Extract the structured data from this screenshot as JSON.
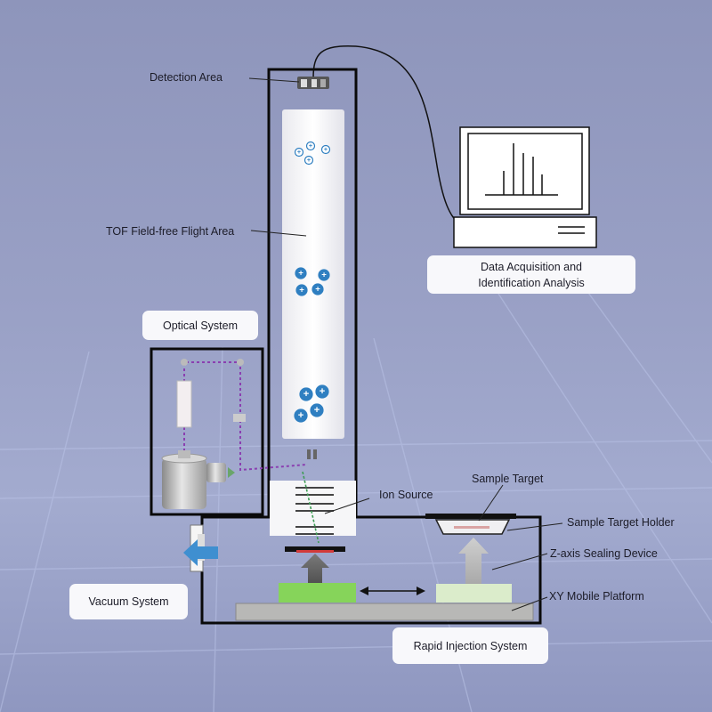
{
  "labels": {
    "detection_area": "Detection Area",
    "tof_flight_area": "TOF Field-free Flight Area",
    "data_acquisition_line1": "Data Acquisition and",
    "data_acquisition_line2": "Identification Analysis",
    "optical_system": "Optical System",
    "ion_source": "Ion Source",
    "sample_target": "Sample Target",
    "sample_target_holder": "Sample Target Holder",
    "z_axis_sealing_device": "Z-axis Sealing Device",
    "vacuum_system": "Vacuum System",
    "xy_mobile_platform": "XY Mobile Platform",
    "rapid_injection_system": "Rapid Injection System"
  },
  "ions": {
    "symbol": "+",
    "color": "#2f7fc1"
  },
  "colors": {
    "frame": "#0a0a0a",
    "tube_fill": "#f3f3f6",
    "green_block": "#86d45a",
    "pale_green_block": "#dbeccb",
    "vacuum_arrow": "#3f8fd0",
    "laser_path": "#8a3fb0",
    "screen_fill": "#ffffff",
    "platform": "#b8b8b6"
  }
}
